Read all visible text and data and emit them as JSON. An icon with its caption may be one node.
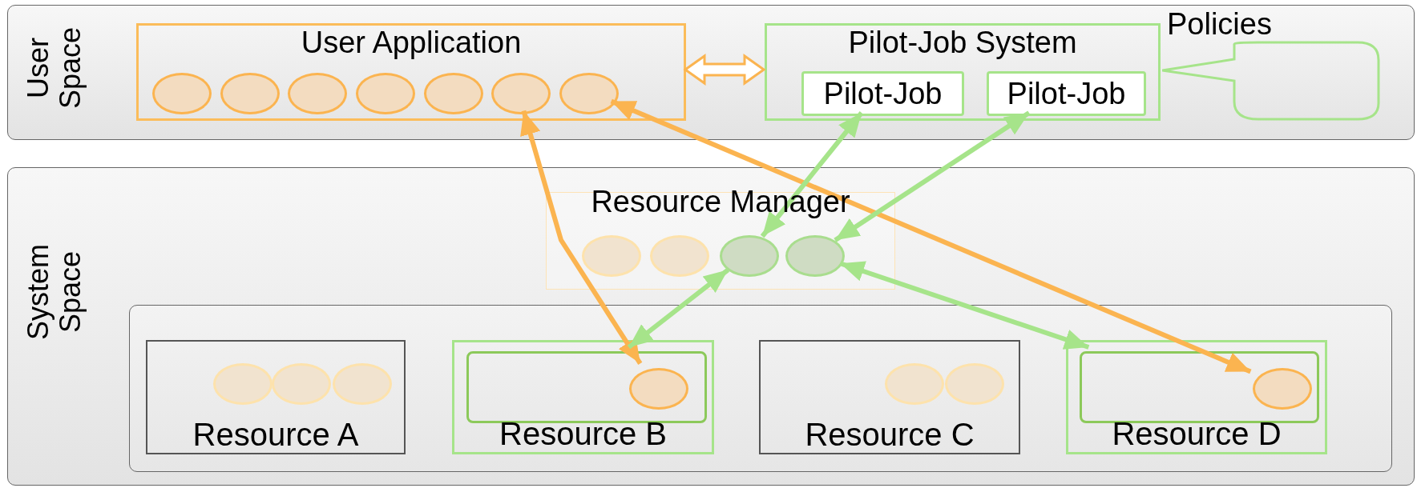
{
  "diagram": {
    "nodes": [
      {
        "text": [
          "User Space"
        ]
      },
      {
        "text": [
          "User Application"
        ],
        "in": 0
      },
      {
        "text": [],
        "shape": "circle",
        "in": 1
      },
      {
        "text": [],
        "shape": "circle",
        "in": 1
      },
      {
        "text": [],
        "shape": "circle",
        "in": 1
      },
      {
        "text": [],
        "shape": "circle",
        "in": 1
      },
      {
        "text": [],
        "shape": "circle",
        "in": 1
      },
      {
        "text": [],
        "shape": "circle",
        "in": 1
      },
      {
        "text": [],
        "shape": "circle",
        "in": 1
      },
      {
        "text": [
          "Pilot-Job System"
        ],
        "in": 0
      },
      {
        "text": [
          "Pilot-Job"
        ],
        "in": 9
      },
      {
        "text": [
          "Pilot-Job"
        ],
        "in": 9
      },
      {
        "text": [
          "Policies"
        ],
        "in": 0
      },
      {
        "text": [
          "System Space"
        ]
      },
      {
        "text": [
          "Resource Manager"
        ],
        "in": 13
      },
      {
        "text": [],
        "shape": "circle",
        "in": 14
      },
      {
        "text": [],
        "shape": "circle",
        "in": 14
      },
      {
        "text": [],
        "shape": "circle",
        "in": 14
      },
      {
        "text": [],
        "shape": "circle",
        "in": 14
      },
      {
        "text": [],
        "shape": "box",
        "in": 13
      },
      {
        "text": [
          "Resource A"
        ],
        "in": 19
      },
      {
        "text": [],
        "shape": "circle",
        "in": 20
      },
      {
        "text": [],
        "shape": "circle",
        "in": 20
      },
      {
        "text": [],
        "shape": "circle",
        "in": 20
      },
      {
        "text": [
          "Resource B"
        ],
        "in": 19
      },
      {
        "text": [],
        "shape": "box",
        "in": 24
      },
      {
        "text": [],
        "shape": "circle",
        "in": 25
      },
      {
        "text": [
          "Resource C"
        ],
        "in": 19
      },
      {
        "text": [],
        "shape": "circle",
        "in": 27
      },
      {
        "text": [],
        "shape": "circle",
        "in": 27
      },
      {
        "text": [
          "Resource D"
        ],
        "in": 19
      },
      {
        "text": [],
        "shape": "box",
        "in": 30
      },
      {
        "text": [],
        "shape": "circle",
        "in": 31
      }
    ],
    "edges": [
      {
        "from": 1,
        "to": 9,
        "arrow": "both",
        "style": "thick",
        "color": "#fbb450"
      },
      {
        "from": 7,
        "to": 26,
        "arrow": "both",
        "color": "#fbb450"
      },
      {
        "from": 8,
        "to": 32,
        "arrow": "both",
        "color": "#fbb450"
      },
      {
        "from": 10,
        "to": 17,
        "arrow": "both"
      },
      {
        "from": 11,
        "to": 18,
        "arrow": "both"
      },
      {
        "from": 17,
        "to": 25,
        "arrow": "both"
      },
      {
        "from": 18,
        "to": 31,
        "arrow": "both"
      }
    ]
  }
}
